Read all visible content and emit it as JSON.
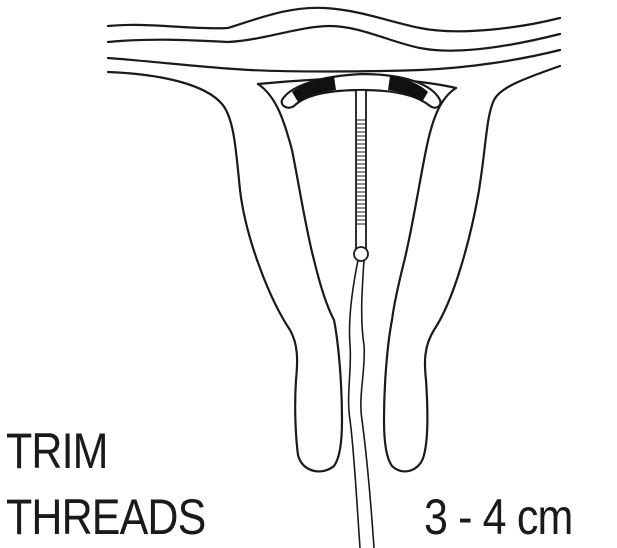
{
  "labels": {
    "line1": "TRIM",
    "line2": "THREADS",
    "measurement": "3 - 4 cm"
  },
  "colors": {
    "background": "#ffffff",
    "stroke": "#1a1a1a",
    "arm_band": "#111111"
  }
}
